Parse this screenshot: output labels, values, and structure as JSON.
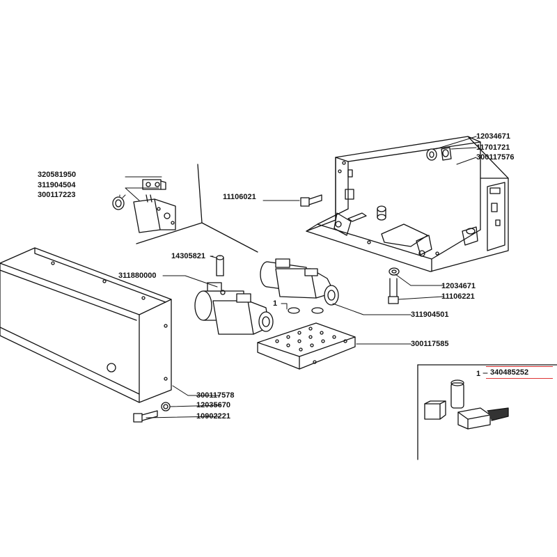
{
  "part_numbers": {
    "p12034671_top": "12034671",
    "p11701721": "11701721",
    "p300117576": "300117576",
    "p320581950": "320581950",
    "p311904504": "311904504",
    "p300117223": "300117223",
    "p11106021": "11106021",
    "p14305821": "14305821",
    "p311880000": "311880000",
    "p12034671_mid": "12034671",
    "p11106221": "11106221",
    "p311904501": "311904501",
    "p300117585": "300117585",
    "p300117578": "300117578",
    "p12035670": "12035670",
    "p10902221": "10902221",
    "qty_kit": "1",
    "p340485252": "340485252",
    "qty_seals": "1"
  },
  "colors": {
    "line": "#111111",
    "highlight": "#dd3333"
  }
}
